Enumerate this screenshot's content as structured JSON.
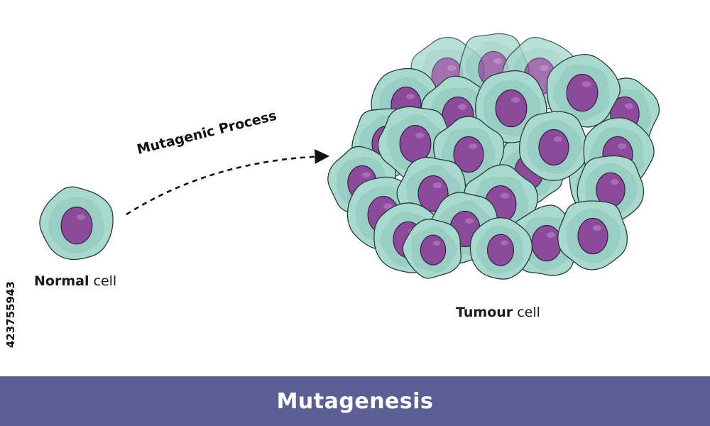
{
  "labels": {
    "normal_bold": "Normal",
    "normal_rest": " cell",
    "tumour_bold": "Tumour",
    "tumour_rest": " cell",
    "process": "Mutagenic Process"
  },
  "footer": {
    "title": "Mutagenesis"
  },
  "stock_id": "423755943",
  "colors": {
    "cytoplasm": "#a7d9cf",
    "cytoplasm_shade": "#8cc5ba",
    "nucleus": "#8b4a9a",
    "nucleus_light": "#a86bb6",
    "outline": "#2a3a38",
    "footer_bg": "#5a5f96",
    "arrow": "#111111"
  }
}
